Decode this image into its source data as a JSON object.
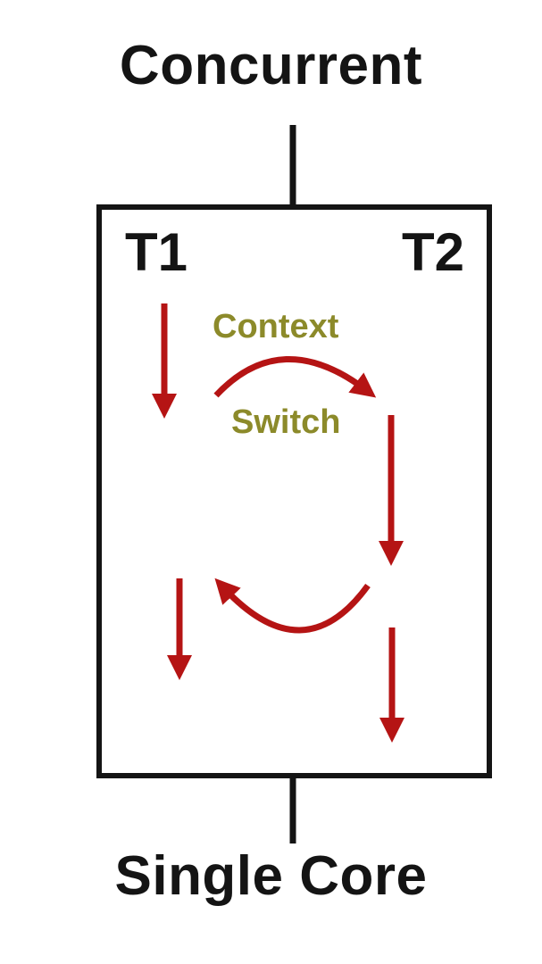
{
  "diagram": {
    "title": "Concurrent",
    "footer": "Single Core",
    "threads": [
      "T1",
      "T2"
    ],
    "annotation_line1": "Context",
    "annotation_line2": "Switch"
  },
  "colors": {
    "arrow": "#b51414",
    "annotation": "#8c8a2a",
    "frame": "#141414",
    "background": "#ffffff"
  }
}
